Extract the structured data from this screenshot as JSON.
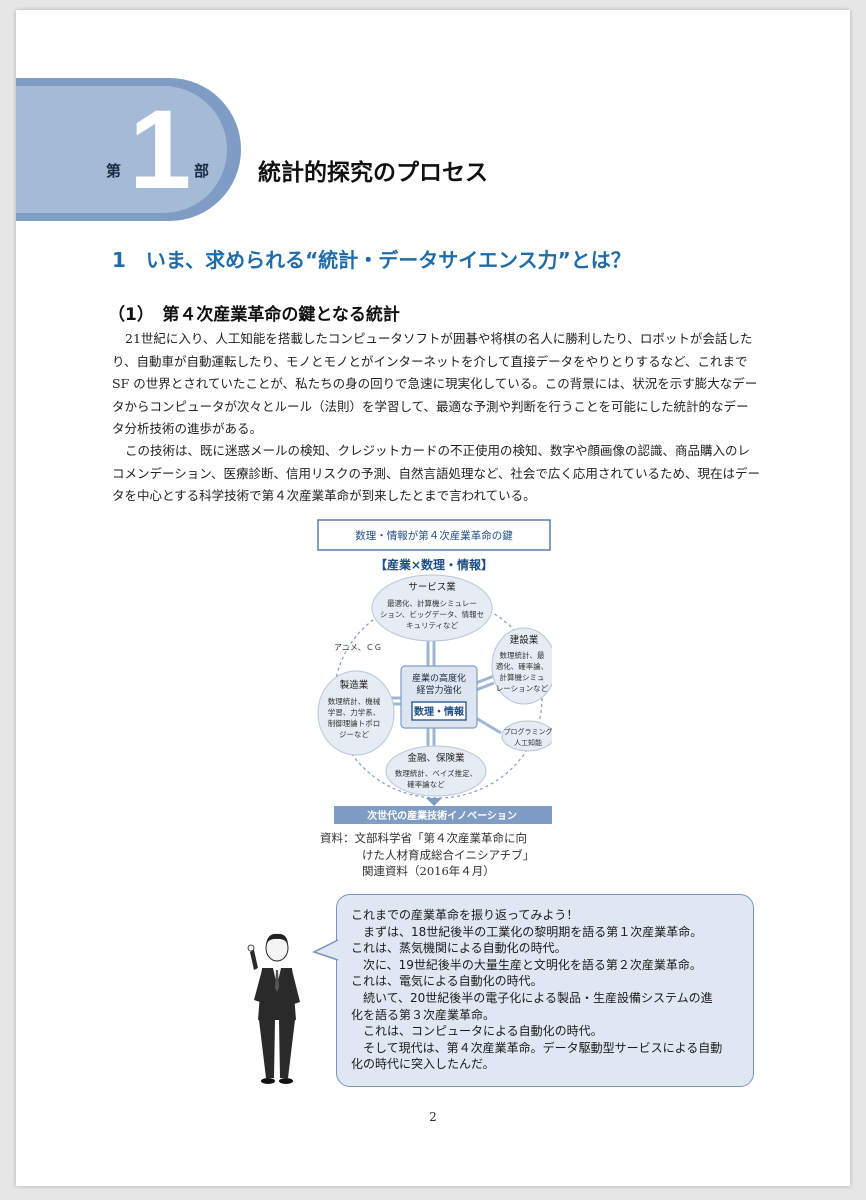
{
  "banner": {
    "dai": "第",
    "number": "1",
    "bu": "部"
  },
  "part_title": "統計的探究のプロセス",
  "section_title": "1　いま、求められる“統計・データサイエンス力”とは？",
  "subsection_title": "（1）　第４次産業革命の鍵となる統計",
  "paragraphs": [
    [
      "21世紀に入り、人工知能を搭載したコンピュータソフトが囲碁や将棋の名人に勝利したり、ロボットが会話した",
      "り、自動車が自動運転したり、モノとモノとがインターネットを介して直接データをやりとりするなど、これまで",
      "SF の世界とされていたことが、私たちの身の回りで急速に現実化している。この背景には、状況を示す膨大なデー",
      "タからコンピュータが次々とルール（法則）を学習して、最適な予測や判断を行うことを可能にした統計的なデー",
      "タ分析技術の進歩がある。"
    ],
    [
      "この技術は、既に迷惑メールの検知、クレジットカードの不正使用の検知、数字や顔画像の認識、商品購入のレ",
      "コメンデーション、医療診断、信用リスクの予測、自然言語処理など、社会で広く応用されているため、現在はデー",
      "タを中心とする科学技術で第４次産業革命が到来したとまで言われている。"
    ]
  ],
  "figure": {
    "header": "数理・情報が第４次産業革命の鍵",
    "subheader": "【産業×数理・情報】",
    "service_title": "サービス業",
    "service_lines": [
      "最適化、計算機シミュレー",
      "ション、ビッグデータ、情報セ",
      "キュリティなど"
    ],
    "construction_title": "建設業",
    "construction_lines": [
      "数理統計、最",
      "適化、確率論、",
      "計算機シミュ",
      "レーションなど"
    ],
    "anime": "アニメ、ＣＧ",
    "manufacturing_title": "製造業",
    "manufacturing_lines": [
      "数理統計、機械",
      "学習、力学系、",
      "制御理論トポロ",
      "ジーなど"
    ],
    "center_lines": [
      "産業の高度化",
      "経営力強化"
    ],
    "center_box": "数理・情報",
    "programming_lines": [
      "プログラミング",
      "人工知能"
    ],
    "finance_title": "金融、保険業",
    "finance_lines": [
      "数理統計、ベイズ推定、",
      "確率論など"
    ],
    "footer": "次世代の産業技術イノベーション"
  },
  "caption": [
    "資料：文部科学省「第４次産業革命に向",
    "けた人材育成総合イニシアチブ」",
    "関連資料（2016年４月）"
  ],
  "speech": [
    {
      "text": "これまでの産業革命を振り返ってみよう！",
      "indent": false
    },
    {
      "text": "まずは、18世紀後半の工業化の黎明期を語る第１次産業革命。",
      "indent": true
    },
    {
      "text": "これは、蒸気機関による自動化の時代。",
      "indent": false
    },
    {
      "text": "次に、19世紀後半の大量生産と文明化を語る第２次産業革命。",
      "indent": true
    },
    {
      "text": "これは、電気による自動化の時代。",
      "indent": false
    },
    {
      "text": "続いて、20世紀後半の電子化による製品・生産設備システムの進",
      "indent": true
    },
    {
      "text": "化を語る第３次産業革命。",
      "indent": false
    },
    {
      "text": "これは、コンピュータによる自動化の時代。",
      "indent": true
    },
    {
      "text": "そして現代は、第４次産業革命。データ駆動型サービスによる自動",
      "indent": true
    },
    {
      "text": "化の時代に突入したんだ。",
      "indent": false
    }
  ],
  "page_number": "2",
  "colors": {
    "banner_outer": "#7f9dc4",
    "banner_inner": "#a3bbd6",
    "section_blue": "#1f6ca8",
    "bubble_bg": "#dfe8f2"
  }
}
